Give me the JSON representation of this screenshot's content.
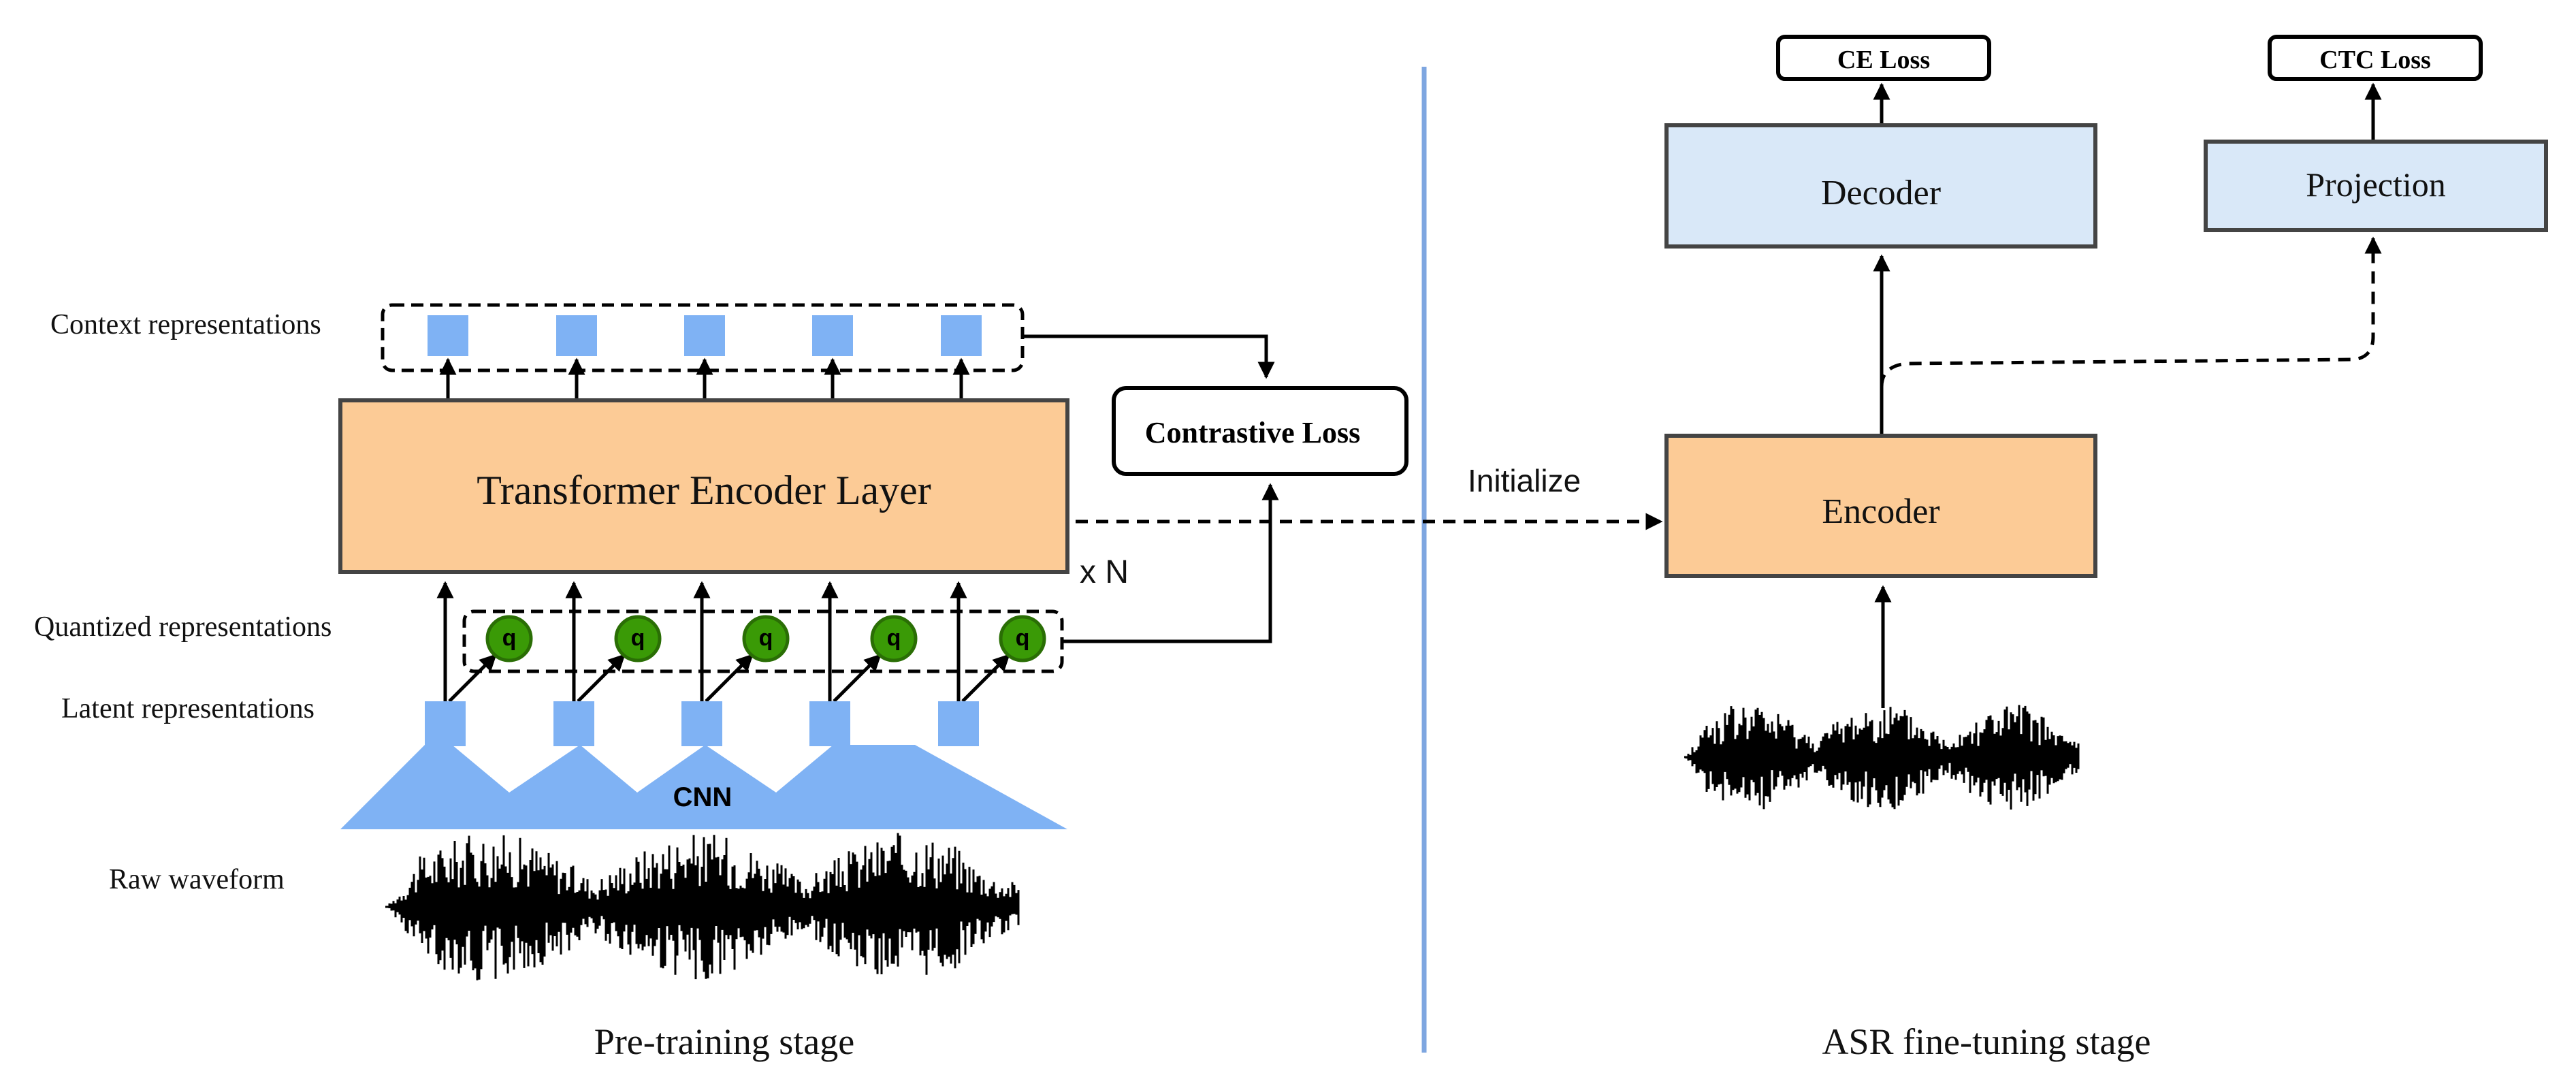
{
  "colors": {
    "orange_fill": "#fccb96",
    "blue_box_fill": "#d9e8f8",
    "box_stroke": "#444444",
    "cnn_blue": "#7fb2f4",
    "quantizer_green": "#3a9a06",
    "divider_blue": "#7ea6e0",
    "arrow_black": "#000000"
  },
  "icons": {
    "waveform": "audio-waveform-icon",
    "quantizer": "quantizer-circle-icon"
  },
  "pretraining": {
    "labels": {
      "context": "Context representations",
      "quantized": "Quantized representations",
      "latent": "Latent representations",
      "raw": "Raw waveform"
    },
    "transformer_label": "Transformer Encoder Layer",
    "repeat_label": "x N",
    "contrastive_loss": "Contrastive Loss",
    "cnn_label": "CNN",
    "quantizer_symbol": "q",
    "stage_title": "Pre-training stage"
  },
  "initialize_label": "Initialize",
  "finetune": {
    "ce_loss": "CE Loss",
    "ctc_loss": "CTC Loss",
    "decoder": "Decoder",
    "projection": "Projection",
    "encoder": "Encoder",
    "stage_title": "ASR fine-tuning stage"
  }
}
